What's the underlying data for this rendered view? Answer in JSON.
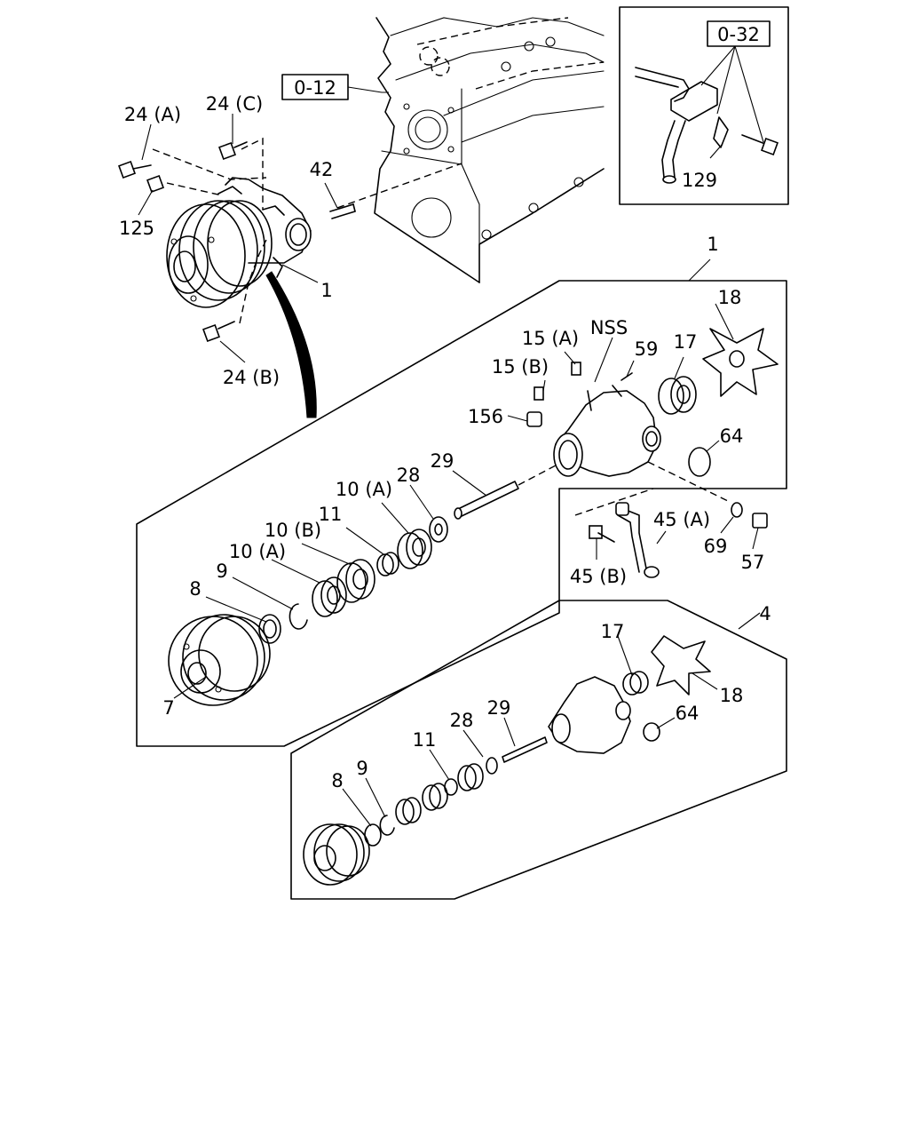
{
  "refs": {
    "engine_ref": "0-12",
    "bracket_ref": "0-32"
  },
  "labels": {
    "l_24a_top": "24 (A)",
    "l_24c": "24 (C)",
    "l_125": "125",
    "l_42": "42",
    "l_1_pump": "1",
    "l_24b": "24 (B)",
    "l_129": "129",
    "l_1_group": "1",
    "l_18_top": "18",
    "l_nss": "NSS",
    "l_15a": "15 (A)",
    "l_59": "59",
    "l_17_top": "17",
    "l_15b": "15 (B)",
    "l_156": "156",
    "l_64_top": "64",
    "l_29_top": "29",
    "l_28_top": "28",
    "l_10a_top": "10 (A)",
    "l_11_top": "11",
    "l_10b": "10 (B)",
    "l_10a_low": "10 (A)",
    "l_9_top": "9",
    "l_8_top": "8",
    "l_7": "7",
    "l_45a": "45 (A)",
    "l_69": "69",
    "l_57": "57",
    "l_45b": "45 (B)",
    "l_4": "4",
    "l_17_low": "17",
    "l_18_low": "18",
    "l_64_low": "64",
    "l_29_low": "29",
    "l_28_low": "28",
    "l_11_low": "11",
    "l_9_low": "9",
    "l_8_low": "8"
  }
}
